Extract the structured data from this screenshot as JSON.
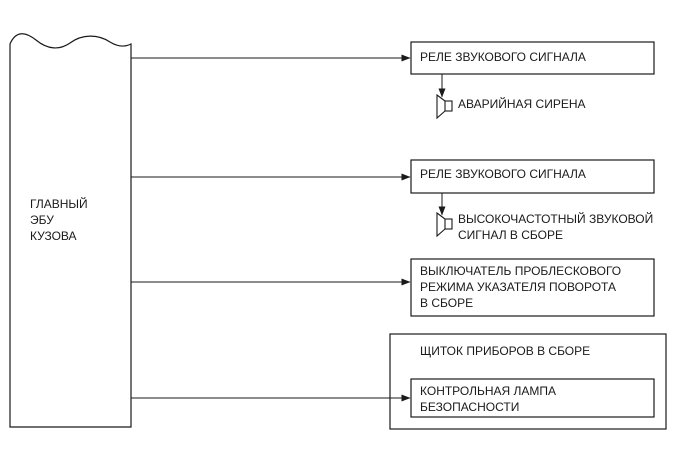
{
  "ecu": {
    "label": "ГЛАВНЫЙ\nЭБУ\nКУЗОВА"
  },
  "boxes": {
    "horn_relay_1": "РЕЛЕ ЗВУКОВОГО СИГНАЛА",
    "horn_relay_2": "РЕЛЕ ЗВУКОВОГО СИГНАЛА",
    "hazard_switch": "ВЫКЛЮЧАТЕЛЬ ПРОБЛЕСКОВОГО\nРЕЖИМА УКАЗАТЕЛЯ ПОВОРОТА\nВ СБОРЕ",
    "instrument_panel": "ЩИТОК ПРИБОРОВ В СБОРЕ",
    "security_lamp": "КОНТРОЛЬНАЯ ЛАМПА\nБЕЗОПАСНОСТИ"
  },
  "speakers": {
    "siren": "АВАРИЙНАЯ СИРЕНА",
    "high_horn": "ВЫСОКОЧАСТОТНЫЙ ЗВУКОВОЙ\nСИГНАЛ В СБОРЕ"
  },
  "colors": {
    "line": "#1a1a1a",
    "background": "#ffffff"
  }
}
